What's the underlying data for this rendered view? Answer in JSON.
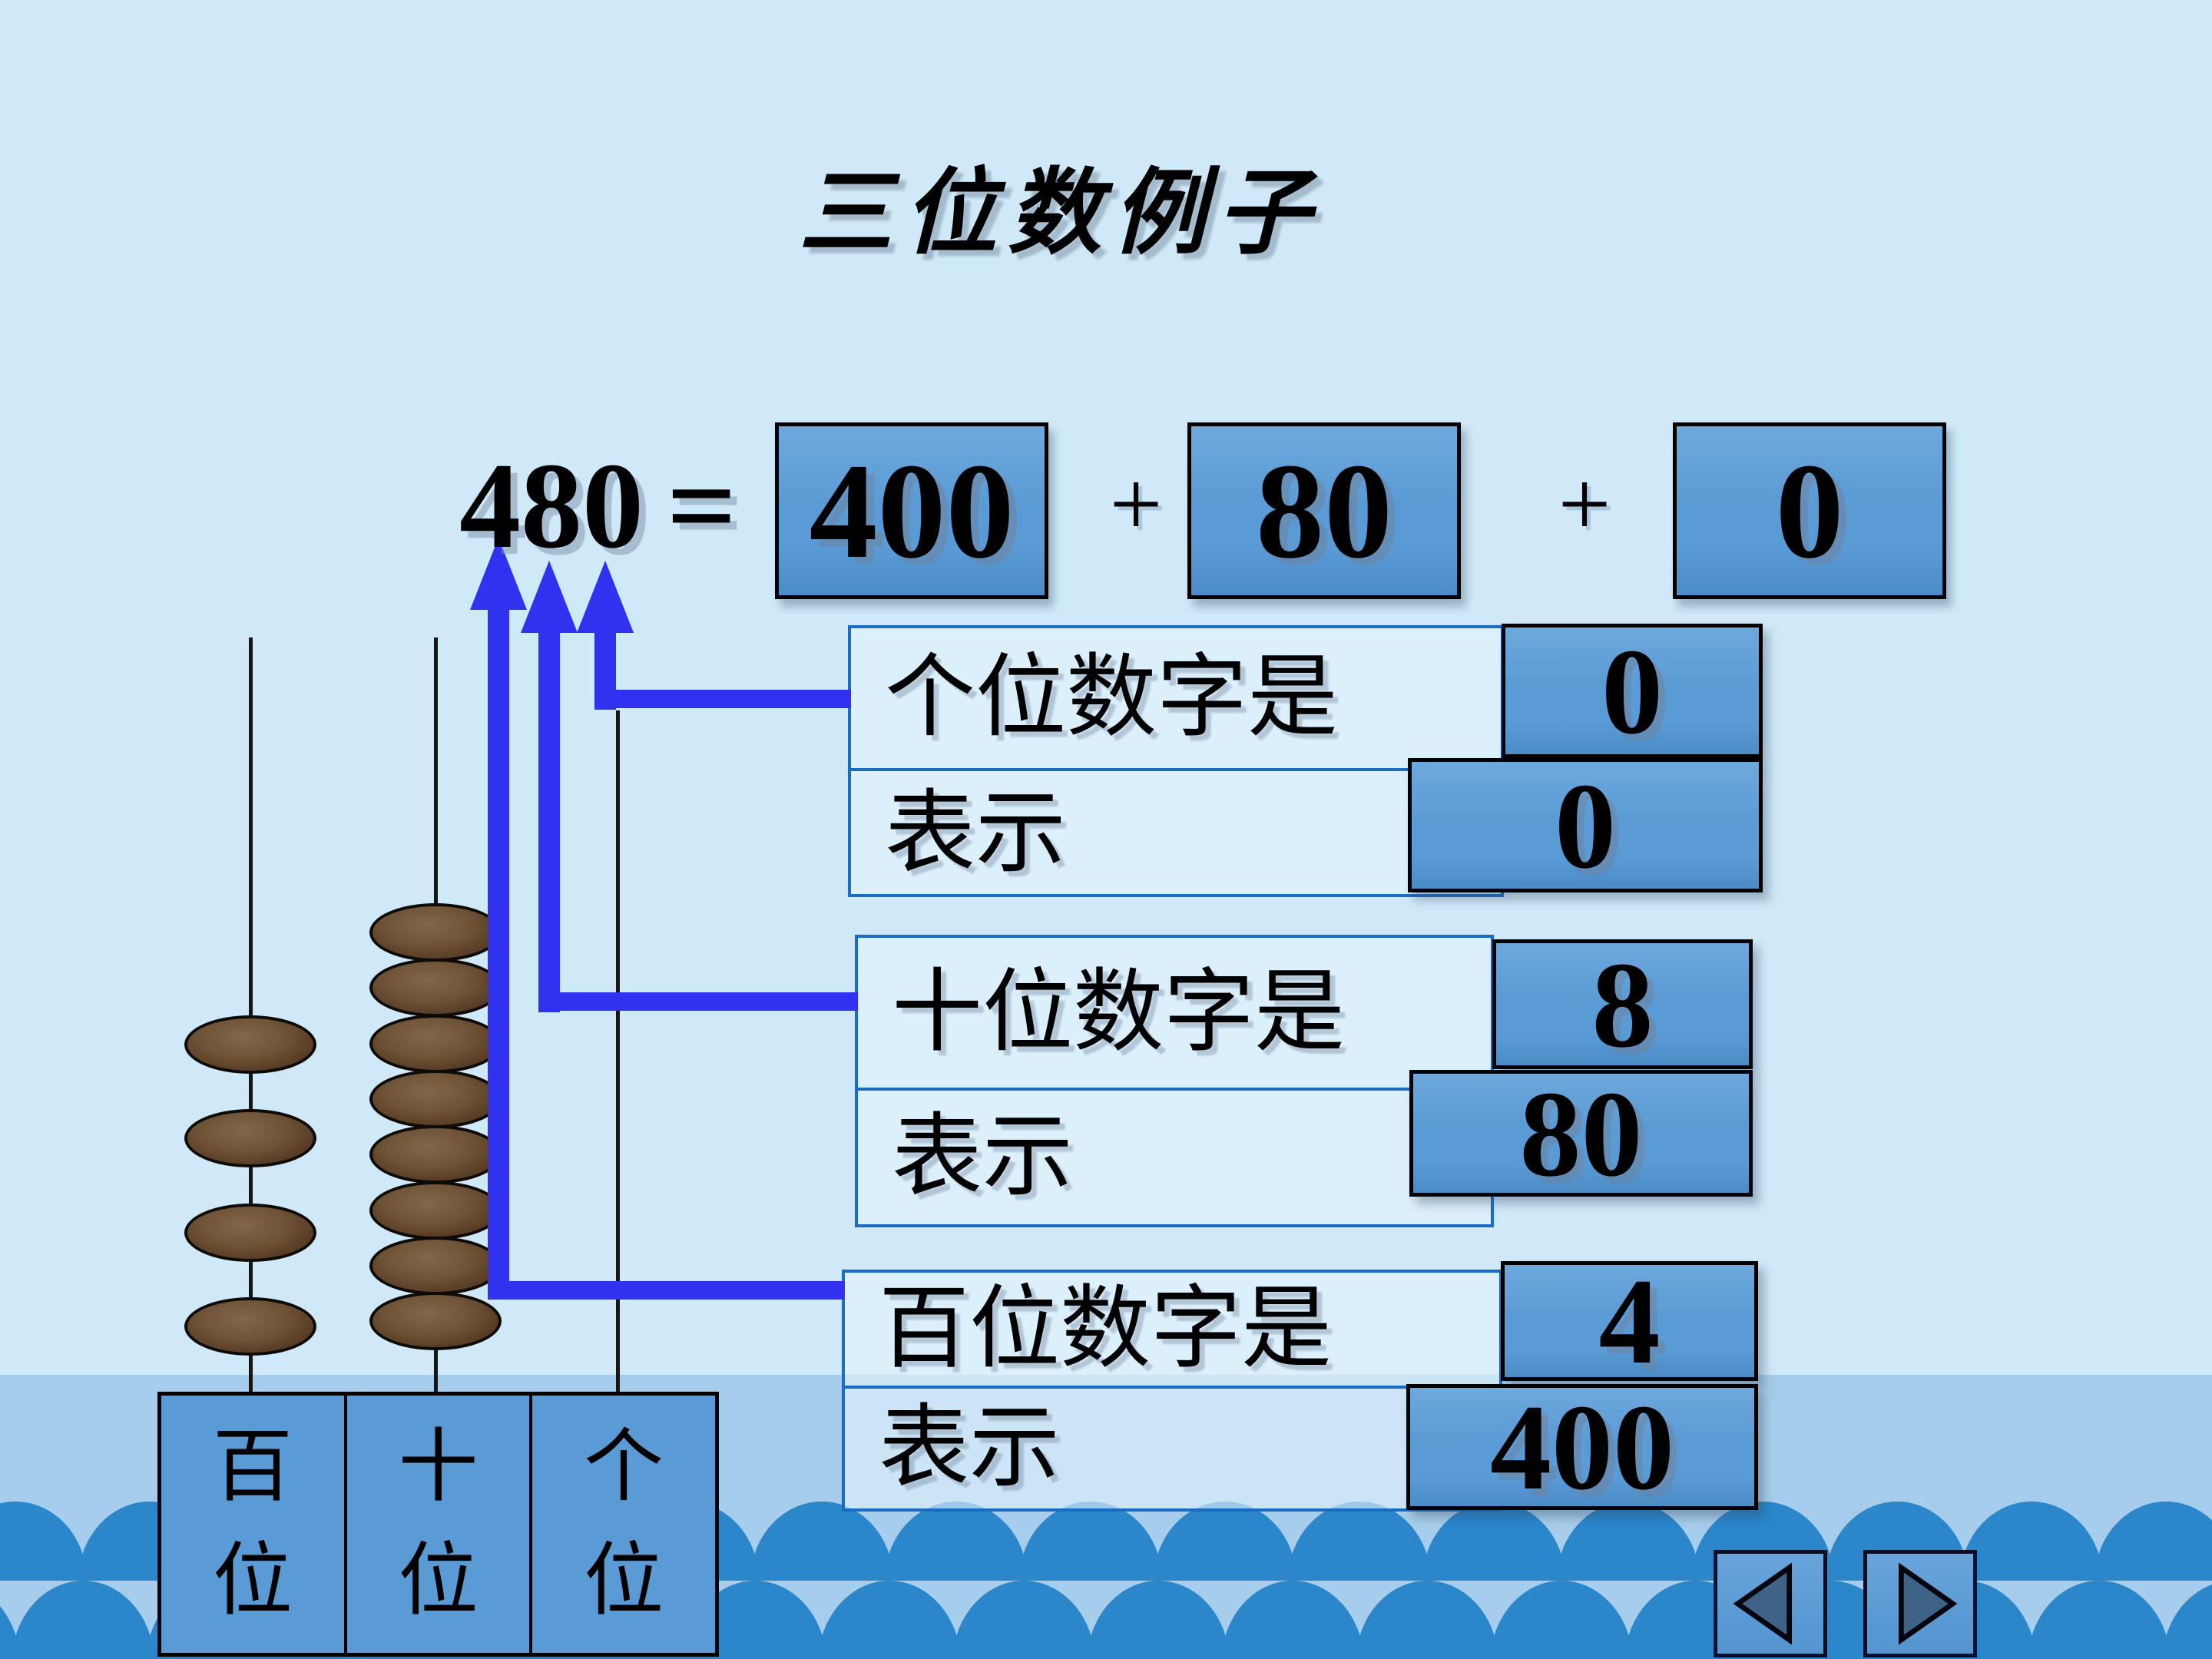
{
  "title": "三位数例子",
  "equation": {
    "lhs": "480",
    "equals": "=",
    "plus": "+",
    "terms": [
      "400",
      "80",
      "0"
    ]
  },
  "groups": [
    {
      "place": "ones",
      "label": "个位数字是",
      "digit": "0",
      "represents_label": "表示",
      "represents_value": "0"
    },
    {
      "place": "tens",
      "label": "十位数字是",
      "digit": "8",
      "represents_label": "表示",
      "represents_value": "80"
    },
    {
      "place": "hundreds",
      "label": "百位数字是",
      "digit": "4",
      "represents_label": "表示",
      "represents_value": "400"
    }
  ],
  "abacus": {
    "columns": [
      {
        "place": "hundreds",
        "label_chars": [
          "百",
          "位"
        ],
        "beads": 4
      },
      {
        "place": "tens",
        "label_chars": [
          "十",
          "位"
        ],
        "beads": 8
      },
      {
        "place": "ones",
        "label_chars": [
          "个",
          "位"
        ],
        "beads": 0
      }
    ]
  },
  "nav": {
    "back_icon": "left-triangle",
    "forward_icon": "right-triangle"
  },
  "colors": {
    "background": "#cfe9f9",
    "water_band": "#a6cdeb",
    "wave_scale": "#2b86ca",
    "value_box_blue": "#5b9bd5",
    "label_box_fill": "#e4f3fd",
    "label_box_border": "#1a6cc2",
    "arrow_blue": "#3231f0",
    "text_ink": "#000000",
    "nav_triangle": "#3e6387",
    "bead_brown": "#6e5236"
  }
}
